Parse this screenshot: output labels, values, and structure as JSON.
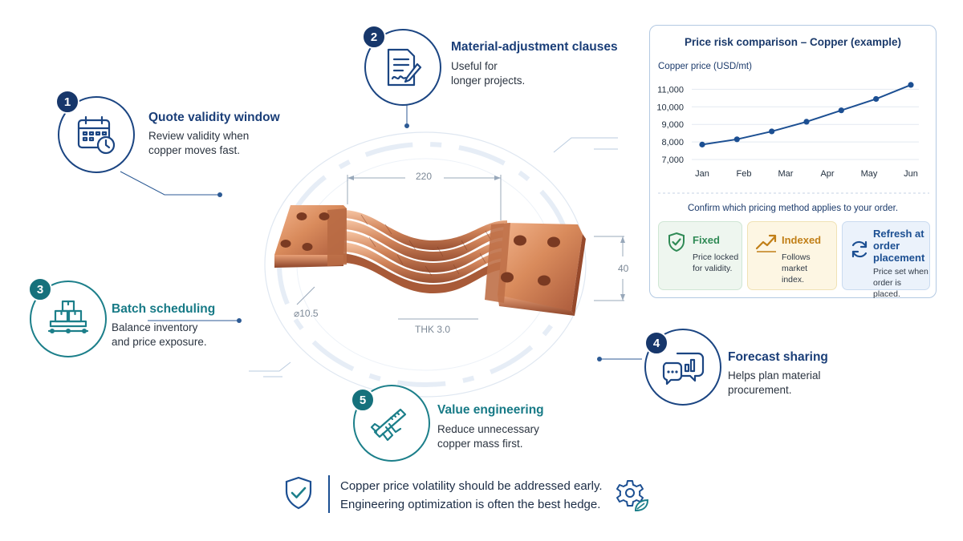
{
  "features": [
    {
      "number": "1",
      "title": "Quote validity window",
      "description": [
        "Review validity when",
        "copper moves fast."
      ],
      "icon": "calendar-clock-icon"
    },
    {
      "number": "2",
      "title": "Material-adjustment clauses",
      "description": [
        "Useful for",
        "longer projects."
      ],
      "icon": "document-signature-icon"
    },
    {
      "number": "3",
      "title": "Batch scheduling",
      "description": [
        "Balance inventory",
        "and price exposure."
      ],
      "icon": "pallet-boxes-icon"
    },
    {
      "number": "4",
      "title": "Forecast sharing",
      "description": [
        "Helps plan material",
        "procurement."
      ],
      "icon": "chat-chart-icon"
    },
    {
      "number": "5",
      "title": "Value engineering",
      "description": [
        "Reduce unnecessary",
        "copper mass first."
      ],
      "icon": "caliper-icon"
    }
  ],
  "dimensions": {
    "length": "220",
    "height": "40",
    "hole": "⌀10.5",
    "thickness": "THK 3.0"
  },
  "chart_panel": {
    "title": "Price risk comparison – Copper (example)",
    "confirm_text": "Confirm which pricing method applies to your order.",
    "pricing_methods": [
      {
        "title": [
          "Fixed"
        ],
        "description": [
          "Price locked",
          "for validity."
        ],
        "icon": "shield-check-icon",
        "color": "#2f8a55",
        "bg": "#eef6ef",
        "border": "#cfe6d4"
      },
      {
        "title": [
          "Indexed"
        ],
        "description": [
          "Follows market",
          "index."
        ],
        "icon": "trend-up-icon",
        "color": "#c17f17",
        "bg": "#fdf6e3",
        "border": "#f0e2b5"
      },
      {
        "title": [
          "Refresh at",
          "order",
          "placement"
        ],
        "description": [
          "Price set when",
          "order is placed."
        ],
        "icon": "refresh-icon",
        "color": "#1c4f92",
        "bg": "#ebf2fb",
        "border": "#cadbf0"
      }
    ]
  },
  "chart_data": {
    "type": "line",
    "title": "Price risk comparison – Copper (example)",
    "ylabel": "Copper price (USD/mt)",
    "xlabel": "",
    "categories": [
      "Jan",
      "Feb",
      "Mar",
      "Apr",
      "May",
      "Jun"
    ],
    "series": [
      {
        "values": [
          7850,
          8150,
          8600,
          9150,
          9800,
          10450,
          11250
        ]
      }
    ],
    "x_points": [
      "Jan",
      "Feb",
      "Mar",
      "Apr",
      "May",
      "May-Jun",
      "Jun"
    ],
    "yticks": [
      7000,
      8000,
      9000,
      10000,
      11000
    ],
    "ytick_labels": [
      "7,000",
      "8,000",
      "9,000",
      "10,000",
      "11,000"
    ],
    "ylim": [
      7000,
      11200
    ],
    "grid": true,
    "line_color": "#1c4f92"
  },
  "bottom_note": {
    "lines": [
      "Copper price volatility should be addressed early.",
      "Engineering optimization is often the best hedge."
    ],
    "left_icon": "shield-check-icon",
    "right_icon": "gear-leaf-icon"
  },
  "colors": {
    "navy": "#1a3e78",
    "teal": "#177a86",
    "copper": "#c87d52"
  }
}
